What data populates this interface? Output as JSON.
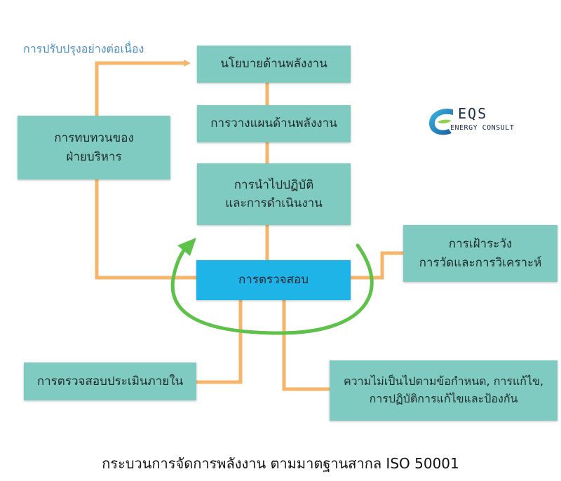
{
  "diagram": {
    "top_label": "การปรับปรุงอย่างต่อเนื่อง",
    "boxes": {
      "policy": [
        "นโยบายด้านพลังงาน"
      ],
      "planning": [
        "การวางแผนด้านพลังงาน"
      ],
      "implementation": [
        "การนำไปปฏิบัติ",
        "และการดำเนินงาน"
      ],
      "checking": [
        "การตรวจสอบ"
      ],
      "management_review": [
        "การทบทวนของ",
        "ฝ่ายบริหาร"
      ],
      "monitoring": [
        "การเฝ้าระวัง",
        "การวัดและการวิเคราะห์"
      ],
      "internal_audit": [
        "การตรวจสอบประเมินภายใน"
      ],
      "nonconformity": [
        "ความไม่เป็นไปตามข้อกำหนด, การแก้ไข,",
        "การปฏิบัติการแก้ไขและป้องกัน"
      ]
    },
    "logo": {
      "name": "EQS",
      "subtitle": "ENERGY CONSULT"
    },
    "caption": "กระบวนการจัดการพลังงาน ตามมาตฐานสากล ISO 50001",
    "colors": {
      "box": "#7fcbc1",
      "highlight": "#1fb4e8",
      "connector": "#f6b56b",
      "cycle_arrow": "#5ec24a",
      "label": "#4a8ec6"
    }
  }
}
